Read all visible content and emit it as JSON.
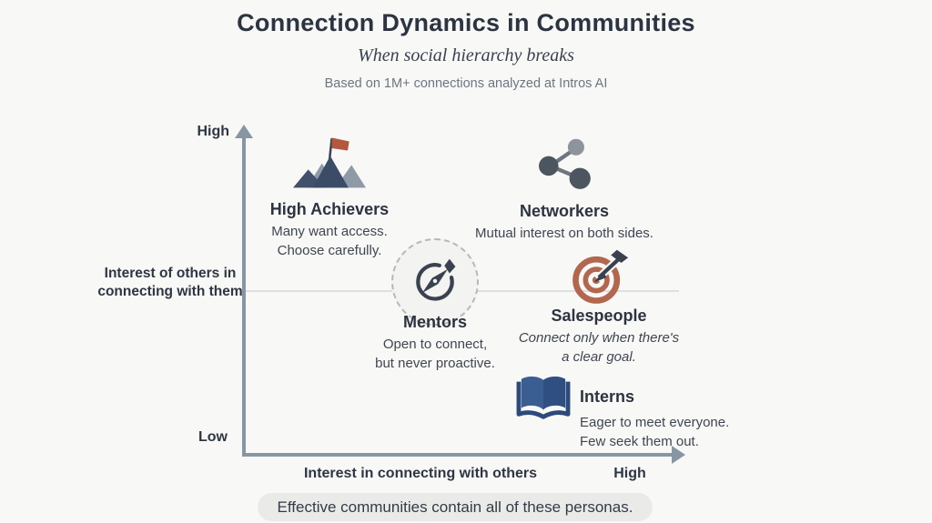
{
  "header": {
    "title": "Connection Dynamics in Communities",
    "subtitle": "When social hierarchy breaks",
    "source_note": "Based on 1M+ connections analyzed at Intros AI"
  },
  "axes": {
    "y_axis": {
      "label": "Interest of others in connecting with them",
      "top_label": "High",
      "bottom_label": "Low"
    },
    "x_axis": {
      "label": "Interest in connecting with others",
      "right_label": "High"
    }
  },
  "personas": [
    {
      "name": "High Achievers",
      "description": "Many want access.\nChoose carefully.",
      "icon": "mountain-flag-icon"
    },
    {
      "name": "Networkers",
      "description": "Mutual interest on both sides.",
      "icon": "share-network-icon"
    },
    {
      "name": "Mentors",
      "description": "Open to connect,\nbut never proactive.",
      "icon": "compass-icon"
    },
    {
      "name": "Salespeople",
      "description": "Connect only when there's\na clear goal.",
      "icon": "target-dart-icon"
    },
    {
      "name": "Interns",
      "description": "Eager to meet everyone.\nFew seek them out.",
      "icon": "open-book-icon"
    }
  ],
  "footer": {
    "callout": "Effective communities contain all of these personas."
  },
  "colors": {
    "background": "#f8f8f6",
    "text_dark": "#2b3440",
    "text_muted": "#6e7681",
    "axis_gray_blue": "#8896a4",
    "midline_gray": "#dde0e3",
    "flag_red": "#b3583d",
    "mountain_dark_navy": "#3d4c66",
    "mountain_light_gray": "#8f9aa7",
    "icon_slate": "#39424e",
    "share_node_light": "#8d949c",
    "target_terracotta": "#b2674e",
    "book_blue": "#3a5d92",
    "callout_bg": "#eaebe9"
  }
}
